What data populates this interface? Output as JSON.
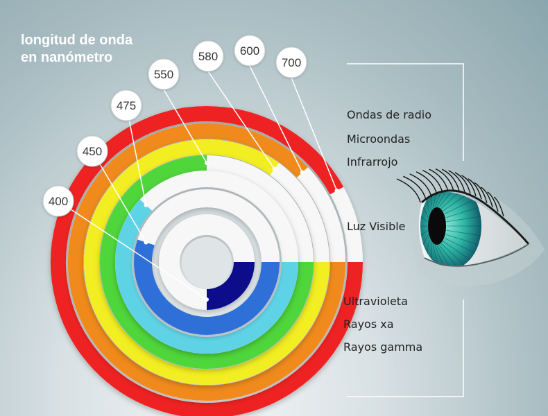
{
  "title": {
    "line1": "longitud de onda",
    "line2": "en nanómetro"
  },
  "wavelengths": [
    {
      "value": "400",
      "color": "#0d0d8c",
      "fill_fraction": 0.25
    },
    {
      "value": "450",
      "color": "#2f6fd8",
      "fill_fraction": 0.55
    },
    {
      "value": "475",
      "color": "#5ed3e6",
      "fill_fraction": 0.62
    },
    {
      "value": "550",
      "color": "#4fd63a",
      "fill_fraction": 0.75
    },
    {
      "value": "580",
      "color": "#f2ee24",
      "fill_fraction": 0.85
    },
    {
      "value": "600",
      "color": "#f08a1a",
      "fill_fraction": 0.88
    },
    {
      "value": "700",
      "color": "#ee2222",
      "fill_fraction": 0.92
    }
  ],
  "spectrum_upper": [
    "Ondas de radio",
    "Microondas",
    "Infrarrojo"
  ],
  "spectrum_middle": "Luz Visible",
  "spectrum_lower": [
    "Ultravioleta",
    "Rayos xa",
    "Rayos gamma"
  ],
  "colors": {
    "bracket": "#ffffff",
    "callout_line": "#ffffff",
    "iris": "#2fb6a5"
  }
}
